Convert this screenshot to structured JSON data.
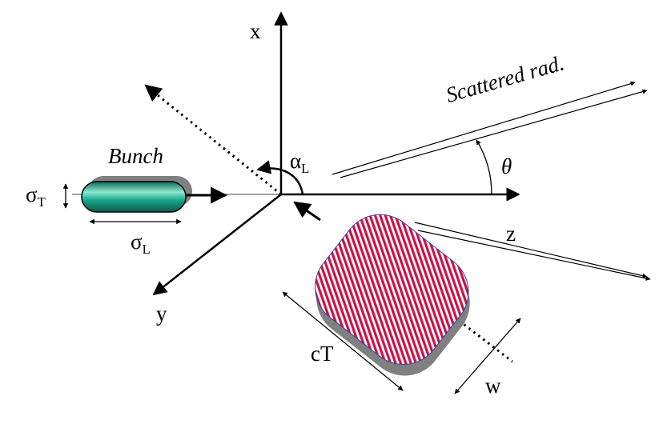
{
  "labels": {
    "x_axis": "x",
    "y_axis": "y",
    "z_axis": "z",
    "bunch": "Bunch",
    "scattered": "Scattered rad.",
    "theta": "θ",
    "alpha": "α",
    "alpha_sub": "L",
    "sigma_t": "σ",
    "sigma_t_sub": "T",
    "sigma_l": "σ",
    "sigma_l_sub": "L",
    "ct": "cT",
    "w": "w"
  },
  "colors": {
    "bunch_fill": "#1aa88a",
    "bunch_highlight": "#8fe8d0",
    "shadow": "#808080",
    "laser_stripe": "#cc1144",
    "laser_bg": "#ffffff",
    "line": "#000000"
  }
}
